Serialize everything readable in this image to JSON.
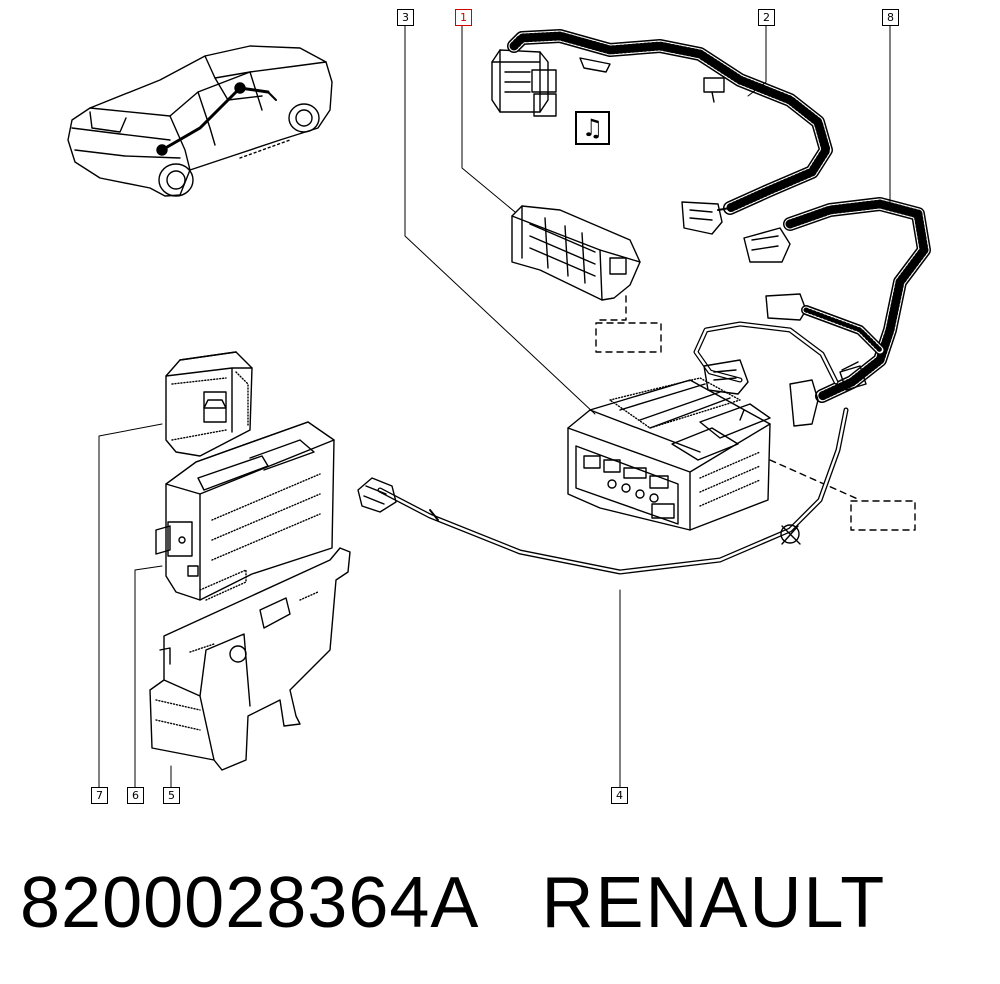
{
  "callouts": {
    "c1": "1",
    "c2": "2",
    "c3": "3",
    "c4": "4",
    "c5": "5",
    "c6": "6",
    "c7": "7",
    "c8": "8"
  },
  "highlight_color": "#d40000",
  "icons": {
    "music": "music-note-icon"
  },
  "footer": {
    "part_number": "8200028364A",
    "brand": "RENAULT"
  }
}
